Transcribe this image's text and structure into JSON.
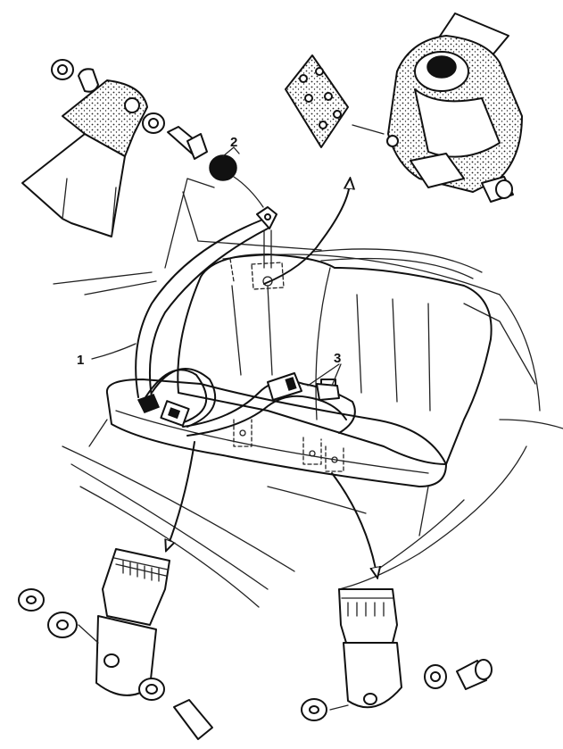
{
  "callouts": {
    "c1": "1",
    "c2": "2",
    "c3": "3"
  },
  "colors": {
    "ink": "#111111",
    "paper": "#ffffff"
  }
}
